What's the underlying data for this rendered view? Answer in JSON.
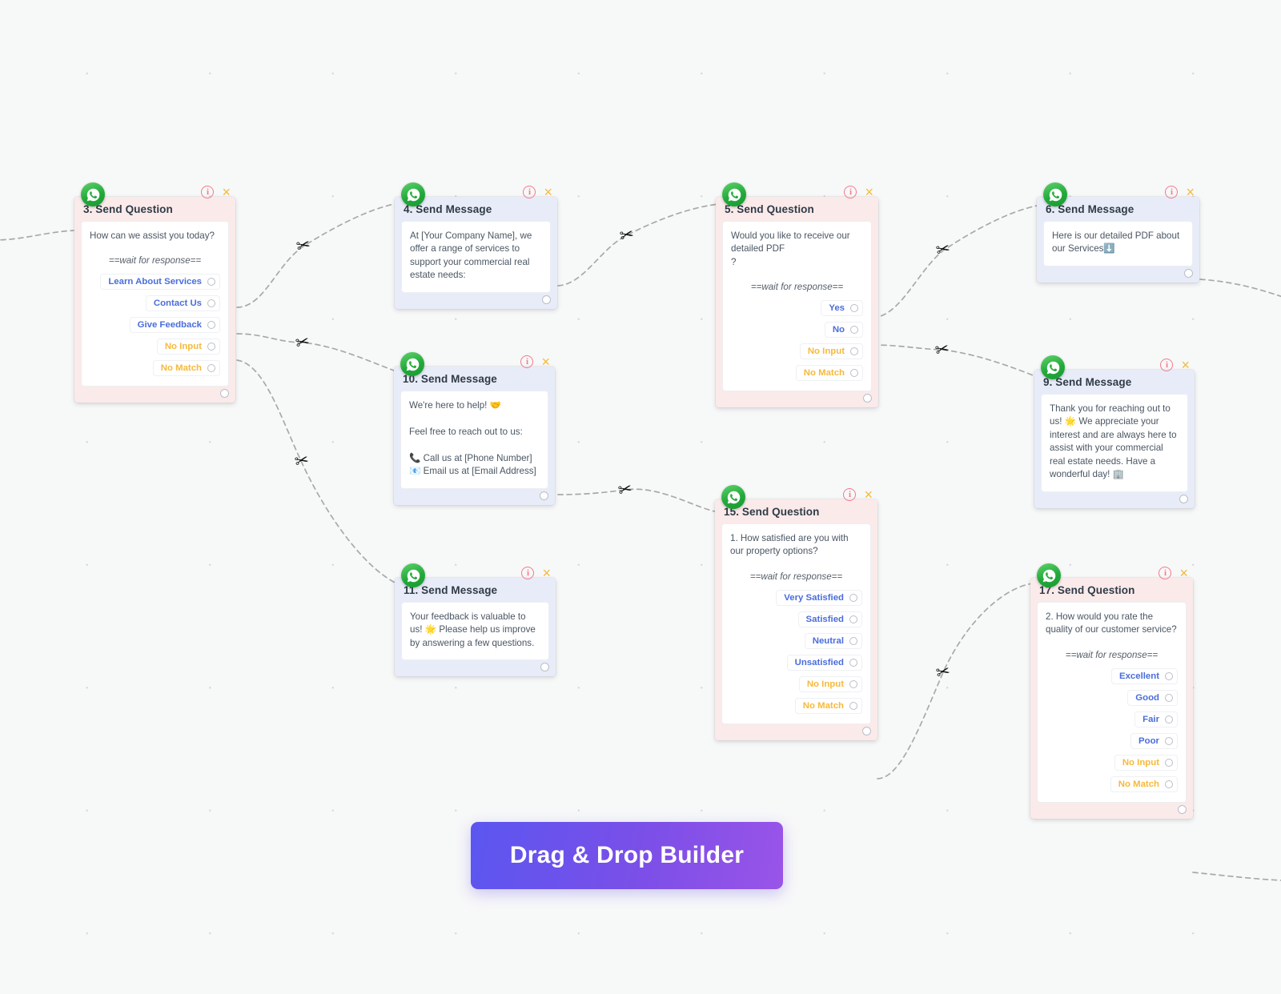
{
  "canvas": {
    "background": "#f7f8f8",
    "grid_dot_color": "#d8dada"
  },
  "icons": {
    "whatsapp": "whatsapp-icon",
    "info": "i",
    "close": "×",
    "scissors": "✂"
  },
  "colors": {
    "question_header": "#fbeaea",
    "message_header": "#e8ecf8",
    "choice_blue": "#4a6ddb",
    "choice_amber": "#f6b93b",
    "info_icon": "#f4798c",
    "close_icon": "#f6b93b",
    "edge": "#a9a9a9",
    "cta_gradient_from": "#5b56f0",
    "cta_gradient_to": "#9a54e8"
  },
  "cta": {
    "label": "Drag & Drop Builder"
  },
  "wait_label": "==wait for response==",
  "nodes": [
    {
      "id": "n3",
      "title": "3. Send Question",
      "type": "question",
      "prompt": "How can we assist you today?",
      "wait": "==wait for response==",
      "choices": [
        {
          "label": "Learn About Services",
          "tone": "blue"
        },
        {
          "label": "Contact Us",
          "tone": "blue"
        },
        {
          "label": "Give Feedback",
          "tone": "blue"
        },
        {
          "label": "No Input",
          "tone": "amber"
        },
        {
          "label": "No Match",
          "tone": "amber"
        }
      ]
    },
    {
      "id": "n4",
      "title": "4. Send Message",
      "type": "message",
      "prompt": "At [Your Company Name], we offer a range of services to support your commercial real estate needs:",
      "choices": []
    },
    {
      "id": "n5",
      "title": "5. Send Question",
      "type": "question",
      "prompt": "Would you like to receive our detailed PDF\n?",
      "wait": "==wait for response==",
      "choices": [
        {
          "label": "Yes",
          "tone": "blue"
        },
        {
          "label": "No",
          "tone": "blue"
        },
        {
          "label": "No Input",
          "tone": "amber"
        },
        {
          "label": "No Match",
          "tone": "amber"
        }
      ]
    },
    {
      "id": "n6",
      "title": "6. Send Message",
      "type": "message",
      "prompt": "Here is our detailed PDF about our Services⬇️",
      "choices": []
    },
    {
      "id": "n9",
      "title": "9. Send Message",
      "type": "message",
      "prompt": "Thank you for reaching out to us! 🌟 We appreciate your interest and are always here to assist with your commercial real estate needs. Have a wonderful day! 🏢",
      "choices": []
    },
    {
      "id": "n10",
      "title": "10. Send Message",
      "type": "message",
      "prompt": "We're here to help! 🤝\n\nFeel free to reach out to us:\n\n📞 Call us at [Phone Number]\n📧 Email us at [Email Address]",
      "choices": []
    },
    {
      "id": "n11",
      "title": "11. Send Message",
      "type": "message",
      "prompt": "Your feedback is valuable to us! 🌟 Please help us improve by answering a few questions.",
      "choices": []
    },
    {
      "id": "n15",
      "title": "15. Send Question",
      "type": "question",
      "prompt": "1. How satisfied are you with our property options?",
      "wait": "==wait for response==",
      "choices": [
        {
          "label": "Very Satisfied",
          "tone": "blue"
        },
        {
          "label": "Satisfied",
          "tone": "blue"
        },
        {
          "label": "Neutral",
          "tone": "blue"
        },
        {
          "label": "Unsatisfied",
          "tone": "blue"
        },
        {
          "label": "No Input",
          "tone": "amber"
        },
        {
          "label": "No Match",
          "tone": "amber"
        }
      ]
    },
    {
      "id": "n17",
      "title": "17. Send Question",
      "type": "question",
      "prompt": "2. How would you rate the quality of our customer service?",
      "wait": "==wait for response==",
      "choices": [
        {
          "label": "Excellent",
          "tone": "blue"
        },
        {
          "label": "Good",
          "tone": "blue"
        },
        {
          "label": "Fair",
          "tone": "blue"
        },
        {
          "label": "Poor",
          "tone": "blue"
        },
        {
          "label": "No Input",
          "tone": "amber"
        },
        {
          "label": "No Match",
          "tone": "amber"
        }
      ]
    }
  ]
}
